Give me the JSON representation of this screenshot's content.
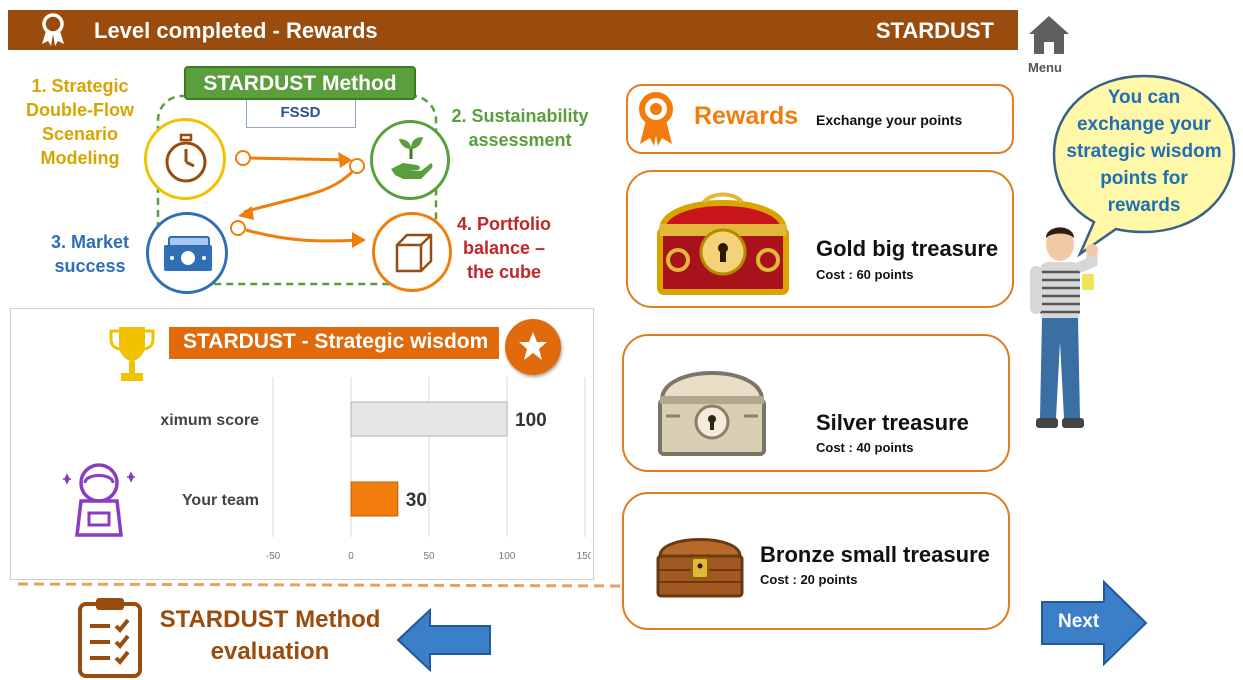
{
  "header": {
    "title": "Level completed - Rewards",
    "brand": "STARDUST"
  },
  "menu": {
    "label": "Menu"
  },
  "method": {
    "title": "STARDUST Method",
    "subtitle": "FSSD",
    "step1": [
      "1. Strategic",
      "Double-Flow",
      "Scenario",
      "Modeling"
    ],
    "step2": [
      "2. Sustainability",
      "assessment"
    ],
    "step3": [
      "3. Market",
      "success"
    ],
    "step4": [
      "4. Portfolio",
      "balance –",
      "the cube"
    ]
  },
  "wisdom": {
    "title": "STARDUST - Strategic wisdom",
    "chart_data": {
      "type": "bar",
      "orientation": "horizontal",
      "categories": [
        "Maximum score",
        "Your team"
      ],
      "values": [
        100,
        30
      ],
      "value_labels": [
        "100",
        "30"
      ],
      "xlim": [
        -50,
        150
      ],
      "xticks": [
        "-50",
        "0",
        "50",
        "100",
        "150"
      ],
      "grid": true,
      "colors": [
        "#e6e6e6",
        "#f07d0c"
      ]
    }
  },
  "rewards": {
    "title": "Rewards",
    "subtitle": "Exchange your points",
    "items": [
      {
        "name": "Gold big treasure",
        "cost": "Cost : 60 points"
      },
      {
        "name": "Silver treasure",
        "cost": "Cost : 40 points"
      },
      {
        "name": "Bronze small treasure",
        "cost": "Cost : 20 points"
      }
    ]
  },
  "bubble": {
    "lines": [
      "You can",
      "exchange  your",
      "strategic wisdom",
      "points for",
      "rewards"
    ]
  },
  "evaluation": {
    "line1": "STARDUST Method",
    "line2": "evaluation"
  },
  "next": {
    "label": "Next"
  },
  "colors": {
    "header_bg": "#9a4c0e",
    "accent_orange": "#e07b20",
    "method_green": "#5b9e3c",
    "step1_color": "#d9a400",
    "step2_color": "#5b9e3c",
    "step3_color": "#2f6fb5",
    "step4_color": "#c0262b",
    "bubble_bg": "#fff8a8",
    "bubble_text": "#1f6fb5"
  }
}
